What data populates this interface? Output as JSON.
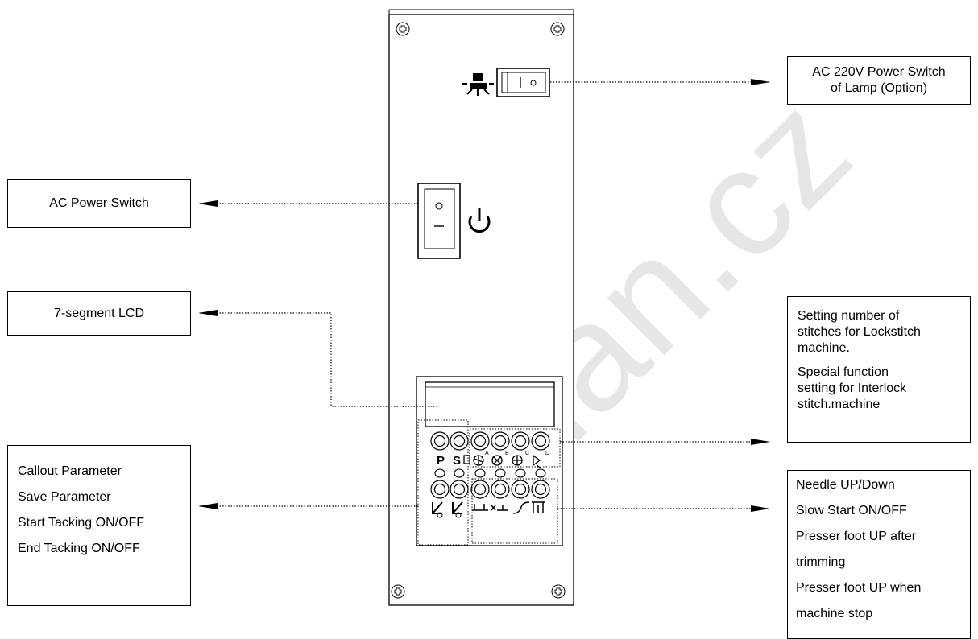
{
  "labels": {
    "lamp_switch": "AC 220V Power Switch of Lamp (Option)",
    "lamp_switch_line1": "AC 220V Power Switch",
    "lamp_switch_line2": "of Lamp (Option)",
    "ac_power": "AC Power Switch",
    "lcd": "7-segment LCD",
    "stitches_group": [
      "Setting number of",
      "stitches for Lockstitch",
      "machine.",
      "Special function",
      "setting for Interlock",
      "stitch.machine"
    ],
    "left_group": [
      "Callout Parameter",
      "Save Parameter",
      "Start Tacking ON/OFF",
      "End Tacking ON/OFF"
    ],
    "right_group": [
      "Needle UP/Down",
      "Slow Start ON/OFF",
      "Presser foot UP after",
      "trimming",
      "Presser foot UP when",
      "machine stop"
    ]
  },
  "panel": {
    "key_letters": [
      "P",
      "S"
    ],
    "sub_letters": [
      "A",
      "B",
      "C",
      "D"
    ],
    "switch_marks": [
      "|",
      "o"
    ],
    "power_marks": [
      "o",
      "—"
    ]
  },
  "watermark": "dan.cz",
  "colors": {
    "stroke": "#000000",
    "watermark": "#e6e6e6"
  }
}
